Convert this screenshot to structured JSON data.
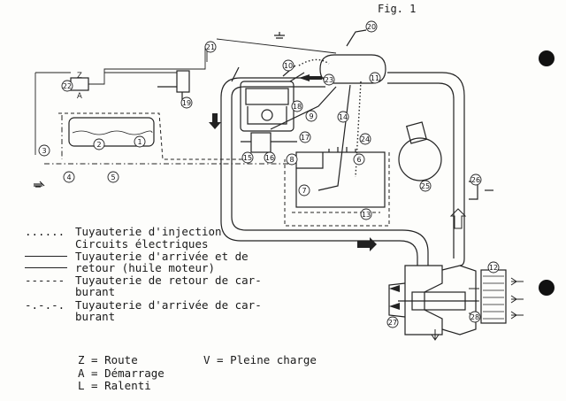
{
  "figure_label": "Fig. 1",
  "legend": [
    {
      "sample": "......",
      "text": "Tuyauterie d'injection"
    },
    {
      "sample": "",
      "text": "Circuits électriques"
    },
    {
      "sample": "",
      "text": "Tuyauterie d'arrivée et de\nretour (huile moteur)"
    },
    {
      "sample": "------",
      "text": "Tuyauterie de retour de car-\nburant"
    },
    {
      "sample": "-.-.-.",
      "text": "Tuyauterie d'arrivée de car-\nburant"
    }
  ],
  "switch_keys": [
    {
      "text": "Z = Route"
    },
    {
      "text": "A = Démarrage"
    },
    {
      "text": "L = Ralenti"
    },
    {
      "text": "V = Pleine charge"
    }
  ],
  "switch_letters": {
    "top": "Z",
    "bottom": "A"
  },
  "callouts": [
    "1",
    "2",
    "3",
    "4",
    "5",
    "6",
    "7",
    "8",
    "9",
    "10",
    "11",
    "12",
    "13",
    "14",
    "15",
    "16",
    "17",
    "18",
    "19",
    "20",
    "21",
    "22",
    "23",
    "24",
    "25",
    "26",
    "27",
    "28"
  ]
}
